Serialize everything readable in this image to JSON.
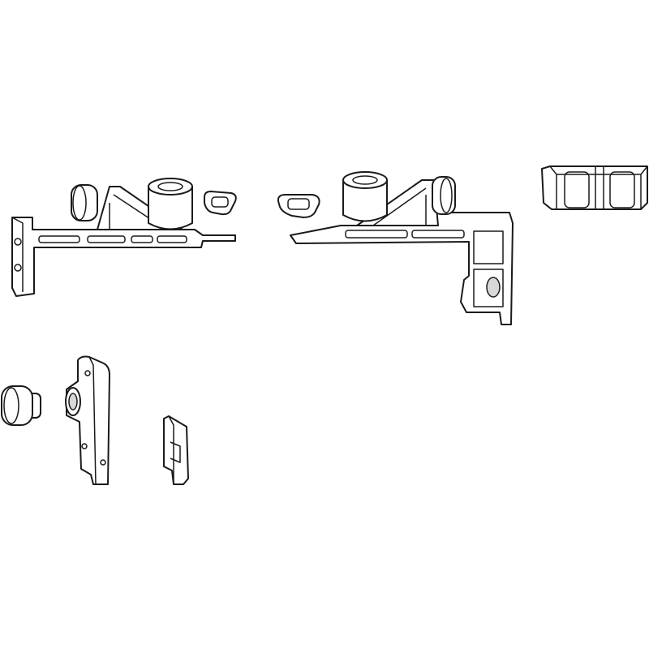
{
  "drawing": {
    "colors": {
      "stroke": "#1a1a1a",
      "background": "#ffffff",
      "shade": "#d8d8d8"
    },
    "parts": [
      "left-hinge-bracket",
      "left-bushing-cup",
      "left-roller",
      "left-washer",
      "right-washer",
      "right-hinge-bracket",
      "right-bushing-cup",
      "right-roller",
      "spacer-block",
      "small-roller",
      "mounting-plate",
      "clip"
    ]
  }
}
